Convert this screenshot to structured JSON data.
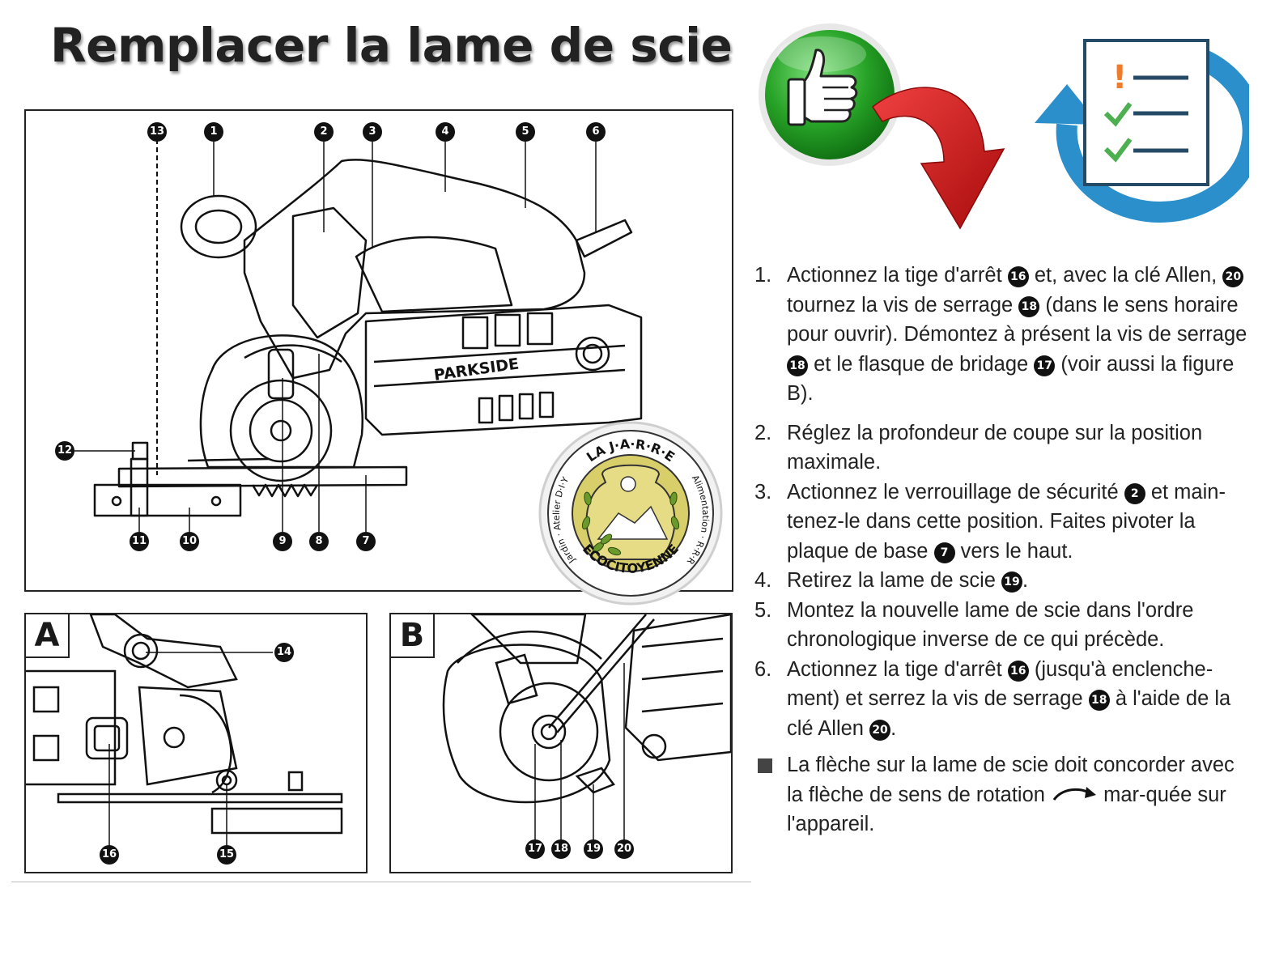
{
  "title": "Remplacer la lame de scie",
  "figure": {
    "main_callouts": [
      "13",
      "1",
      "2",
      "3",
      "4",
      "5",
      "6",
      "12",
      "11",
      "10",
      "9",
      "8",
      "7"
    ],
    "brand_label": "PARKSIDE",
    "panel_a": {
      "letter": "A",
      "callouts": [
        "14",
        "16",
        "15"
      ]
    },
    "panel_b": {
      "letter": "B",
      "callouts": [
        "17",
        "18",
        "19",
        "20"
      ]
    }
  },
  "badge": {
    "top_text": "LA J·A·R·R·E",
    "left_text": "Jardin · Atelier D·I·Y",
    "right_text": "Alimentation · R·R·R",
    "bottom_text": "ECOCITOYENNE"
  },
  "icons": {
    "thumbs_up": "thumbs-up-icon",
    "arrow": "curved-red-arrow-icon",
    "checklist": "checklist-refresh-icon"
  },
  "colors": {
    "green": "#27a327",
    "red": "#d41616",
    "blue": "#2b8fcc",
    "check": "#4caf50",
    "warn": "#f07b2a"
  },
  "instructions": {
    "steps": [
      {
        "n": "1.",
        "a": "Actionnez la tige d'arrêt ",
        "c1": "16",
        "b": " et, avec la clé Allen, ",
        "c2": "20",
        "c": " tournez la vis de serrage ",
        "c3": "18",
        "d": " (dans le sens horaire pour ouvrir). Démontez à présent la vis de serrage ",
        "c4": "18",
        "e": " et le flasque de bridage ",
        "c5": "17",
        "f": " (voir aussi la figure B)."
      },
      {
        "n": "2.",
        "a": "Réglez la profondeur de coupe sur la position maximale."
      },
      {
        "n": "3.",
        "a": "Actionnez le verrouillage de sécurité ",
        "c1": "2",
        "b": " et main-tenez-le dans cette position. Faites pivoter la plaque de base ",
        "c2": "7",
        "c": " vers le haut."
      },
      {
        "n": "4.",
        "a": "Retirez la lame de scie ",
        "c1": "19",
        "b": "."
      },
      {
        "n": "5.",
        "a": "Montez la nouvelle lame de scie dans l'ordre chronologique inverse de ce qui précède."
      },
      {
        "n": "6.",
        "a": "Actionnez la tige d'arrêt ",
        "c1": "16",
        "b": " (jusqu'à enclenche-ment) et serrez la vis de serrage ",
        "c2": "18",
        "c": " à l'aide de la clé Allen ",
        "c3": "20",
        "d": "."
      }
    ],
    "note": {
      "a": "La flèche sur la lame de scie doit concorder avec la flèche de sens de rotation ",
      "b": " mar-quée sur l'appareil."
    }
  }
}
